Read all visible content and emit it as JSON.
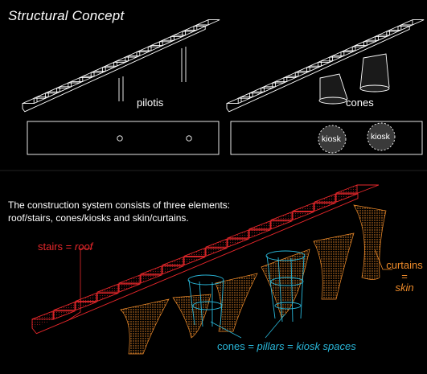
{
  "header": {
    "title": "Structural Concept"
  },
  "concepts": {
    "pilotis_label": "pilotis",
    "cones_label": "cones",
    "kiosk_label_1": "kiosk",
    "kiosk_label_2": "kiosk"
  },
  "description": {
    "line1": "The construction system consists of three elements:",
    "line2": "roof/stairs, cones/kiosks and skin/curtains."
  },
  "annotations": {
    "stairs_word": "stairs",
    "stairs_eq": " = ",
    "stairs_meaning": "roof",
    "curtains_word": "curtains",
    "curtains_eq": "=",
    "curtains_meaning": "skin",
    "cones_word": "cones",
    "cones_eq1": " = ",
    "cones_pillars": "pillars",
    "cones_eq2": " = ",
    "cones_kiosk": "kiosk spaces"
  },
  "colors": {
    "stairs": "#e8272b",
    "curtains": "#f08c2a",
    "cones": "#29b6d8",
    "line": "#ffffff",
    "background": "#000000"
  }
}
